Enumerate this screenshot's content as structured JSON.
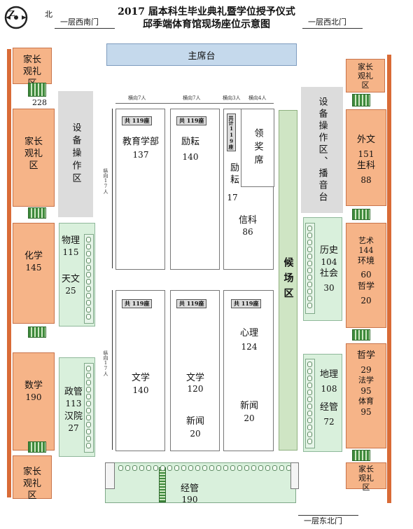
{
  "header": {
    "title_line1": "2017 届本科生毕业典礼暨学位授予仪式",
    "title_line2": "邱季端体育馆现场座位示意图",
    "compass_north": "北",
    "compass_letter": "Z"
  },
  "gates": {
    "southwest": "一层西南门",
    "northwest": "一层西北门",
    "northeast": "一层东北门"
  },
  "stage": "主席台",
  "waiting_area": "候场区",
  "equipment_left": "设备操作区",
  "equipment_right": "设备操作区、播音台",
  "award_area": "领奖席",
  "measures": {
    "row_width_7_a": "横向7人",
    "row_width_7_b": "横向7人",
    "row_width_3": "横向3人",
    "row_width_4": "横向4人",
    "col_depth_17_a": "纵向17人",
    "col_depth_17_b": "纵向17人"
  },
  "seat_badges": {
    "b1": "共 119座",
    "b2": "共 119座",
    "b3": "共计119座",
    "b4": "共 119座",
    "b5": "共 119座",
    "b6": "共 119座"
  },
  "parents_area": "家长观礼区",
  "parents_count_228": "228",
  "left_side": [
    {
      "name": "化学",
      "count": "145"
    },
    {
      "name": "数学",
      "count": "190"
    }
  ],
  "left_inner": [
    {
      "name": "物理",
      "count": "115"
    },
    {
      "name": "天文",
      "count": "25"
    },
    {
      "name": "政管",
      "count": "113"
    },
    {
      "name": "汉院",
      "count": "27"
    }
  ],
  "center_blocks": [
    {
      "name": "教育学部",
      "count": "137"
    },
    {
      "name": "励耘",
      "count": "140"
    },
    {
      "name": "励耘",
      "count": "17"
    },
    {
      "name": "信科",
      "count": "86"
    },
    {
      "name": "文学",
      "count": "140"
    },
    {
      "name": "文学",
      "count": "120"
    },
    {
      "name": "新闻",
      "count": "20"
    },
    {
      "name": "心理",
      "count": "124"
    },
    {
      "name": "新闻",
      "count": "20"
    }
  ],
  "right_inner": [
    {
      "name": "历史",
      "count": "104"
    },
    {
      "name": "社会",
      "count": "30"
    },
    {
      "name": "地理",
      "count": "108"
    },
    {
      "name": "经管",
      "count": "72"
    }
  ],
  "right_side": [
    {
      "name": "外文",
      "count": "151"
    },
    {
      "name": "生科",
      "count": "88"
    },
    {
      "name": "艺术",
      "count": "144"
    },
    {
      "name": "环境",
      "count": "60"
    },
    {
      "name": "哲学",
      "count": "20"
    },
    {
      "name": "哲学",
      "count": "29"
    },
    {
      "name": "法学",
      "count": "95"
    },
    {
      "name": "体育",
      "count": "95"
    }
  ],
  "bottom": {
    "name": "经管",
    "count": "190"
  }
}
